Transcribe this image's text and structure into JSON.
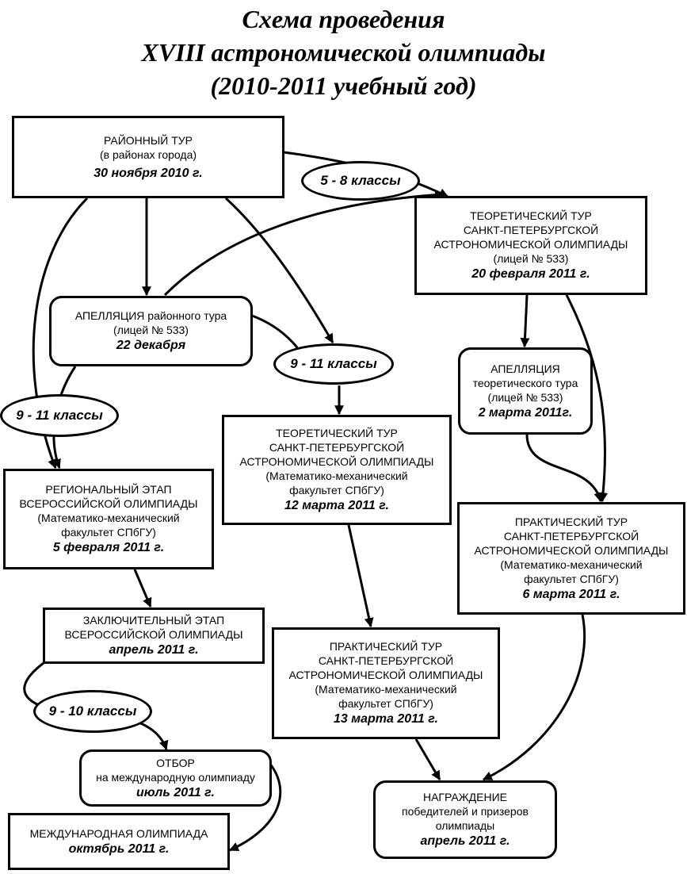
{
  "title": {
    "line1": "Схема проведения",
    "line2": "XVIII астрономической олимпиады",
    "line3": "(2010-2011 учебный год)"
  },
  "nodes": {
    "district": {
      "title": "РАЙОННЫЙ ТУР",
      "sub": "(в районах города)",
      "date": "30 ноября 2010 г."
    },
    "appeal_district": {
      "title": "АПЕЛЛЯЦИЯ районного тура",
      "sub": "(лицей № 533)",
      "date": "22 декабря"
    },
    "spb_theory_58": {
      "l1": "ТЕОРЕТИЧЕСКИЙ ТУР",
      "l2": "САНКТ-ПЕТЕРБУРГСКОЙ",
      "l3": "АСТРОНОМИЧЕСКОЙ ОЛИМПИАДЫ",
      "sub": "(лицей № 533)",
      "date": "20 февраля 2011 г."
    },
    "appeal_theory": {
      "title": "АПЕЛЛЯЦИЯ",
      "l2": "теоретического тура",
      "sub": "(лицей № 533)",
      "date": "2 марта 2011г."
    },
    "practice_58": {
      "l1": "ПРАКТИЧЕСКИЙ ТУР",
      "l2": "САНКТ-ПЕТЕРБУРГСКОЙ",
      "l3": "АСТРОНОМИЧЕСКОЙ ОЛИМПИАДЫ",
      "sub1": "(Математико-механический",
      "sub2": "факультет СПбГУ)",
      "date": "6 марта 2011 г."
    },
    "regional": {
      "l1": "РЕГИОНАЛЬНЫЙ ЭТАП",
      "l2": "ВСЕРОССИЙСКОЙ ОЛИМПИАДЫ",
      "sub1": "(Математико-механический",
      "sub2": "факультет СПбГУ)",
      "date": "5 февраля 2011 г."
    },
    "spb_theory_911": {
      "l1": "ТЕОРЕТИЧЕСКИЙ ТУР",
      "l2": "САНКТ-ПЕТЕРБУРГСКОЙ",
      "l3": "АСТРОНОМИЧЕСКОЙ ОЛИМПИАДЫ",
      "sub1": "(Математико-механический",
      "sub2": "факультет СПбГУ)",
      "date": "12 марта 2011 г."
    },
    "final": {
      "l1": "ЗАКЛЮЧИТЕЛЬНЫЙ ЭТАП",
      "l2": "ВСЕРОССИЙСКОЙ ОЛИМПИАДЫ",
      "date": "апрель 2011 г."
    },
    "practice_911": {
      "l1": "ПРАКТИЧЕСКИЙ ТУР",
      "l2": "САНКТ-ПЕТЕРБУРГСКОЙ",
      "l3": "АСТРОНОМИЧЕСКОЙ ОЛИМПИАДЫ",
      "sub1": "(Математико-механический",
      "sub2": "факультет СПбГУ)",
      "date": "13 марта 2011 г."
    },
    "selection": {
      "title": "ОТБОР",
      "sub": "на международную олимпиаду",
      "date": "июль 2011 г."
    },
    "awards": {
      "title": "НАГРАЖДЕНИЕ",
      "sub1": "победителей и призеров",
      "sub2": "олимпиады",
      "date": "апрель 2011 г."
    },
    "international": {
      "title": "МЕЖДУНАРОДНАЯ ОЛИМПИАДА",
      "date": "октябрь 2011 г."
    }
  },
  "labels": {
    "grades_5_8": "5 - 8 классы",
    "grades_9_11_mid": "9 - 11 классы",
    "grades_9_11_left": "9 - 11 классы",
    "grades_9_10": "9 - 10 классы"
  }
}
